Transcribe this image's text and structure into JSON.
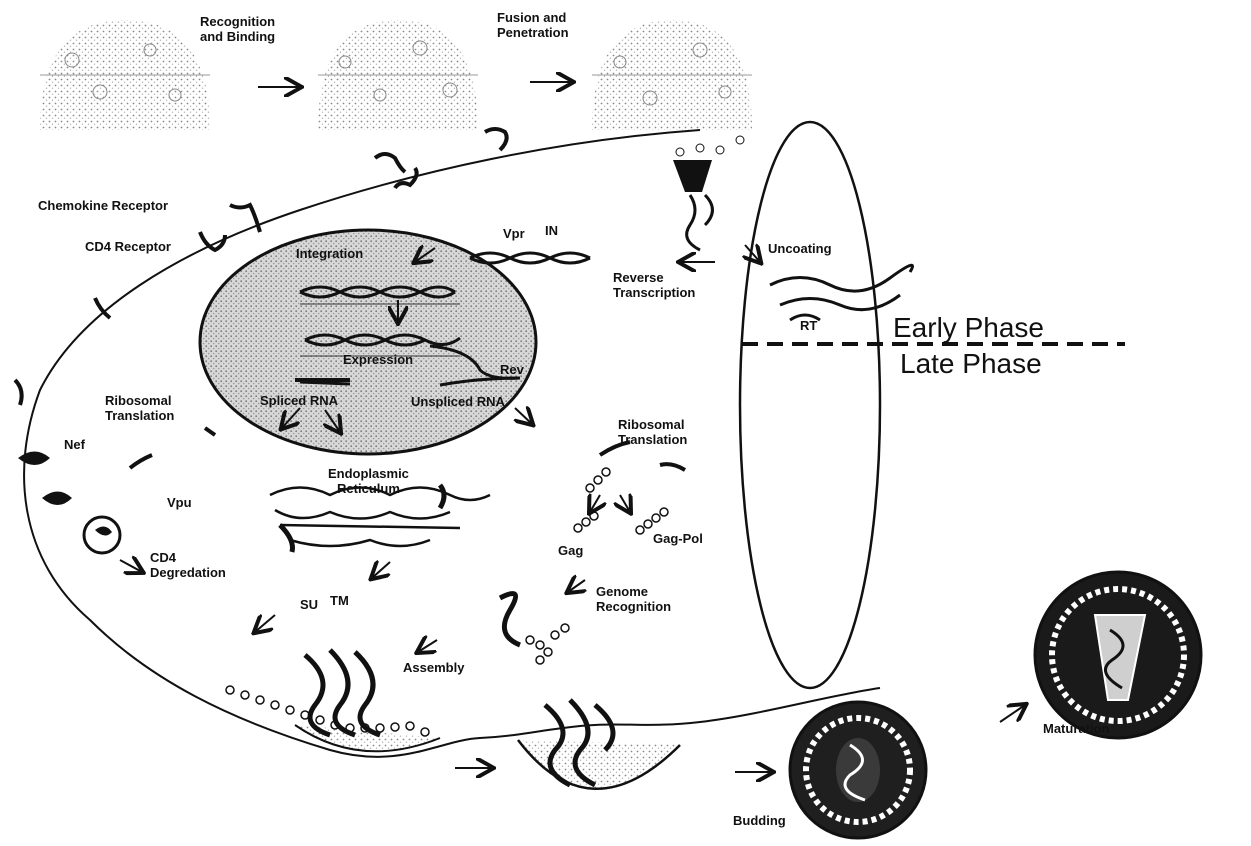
{
  "colors": {
    "ink": "#111111",
    "stipple": "#9a9a9a",
    "nucleus_fill": "#cfcfcf",
    "virion_dark": "#1a1a1a",
    "background": "#ffffff"
  },
  "stages_top": {
    "recognition": "Recognition\nand Binding",
    "fusion": "Fusion and\nPenetration"
  },
  "phase_divider": {
    "early": "Early Phase",
    "late": "Late Phase"
  },
  "labels": {
    "chemokine_receptor": "Chemokine Receptor",
    "cd4_receptor": "CD4 Receptor",
    "integration": "Integration",
    "vpr": "Vpr",
    "in": "IN",
    "reverse_transcription": "Reverse\nTranscription",
    "uncoating": "Uncoating",
    "rt": "RT",
    "expression": "Expression",
    "rev": "Rev",
    "spliced_rna": "Spliced RNA",
    "unspliced_rna": "Unspliced RNA",
    "ribosomal_translation_left": "Ribosomal\nTranslation",
    "ribosomal_translation_right": "Ribosomal\nTranslation",
    "nef": "Nef",
    "vpu": "Vpu",
    "er": "Endoplasmic\nReticulum",
    "cd4_degradation": "CD4\nDegredation",
    "gag": "Gag",
    "gag_pol": "Gag-Pol",
    "genome_recognition": "Genome\nRecognition",
    "su": "SU",
    "tm": "TM",
    "assembly": "Assembly",
    "budding": "Budding",
    "maturation": "Maturation"
  }
}
